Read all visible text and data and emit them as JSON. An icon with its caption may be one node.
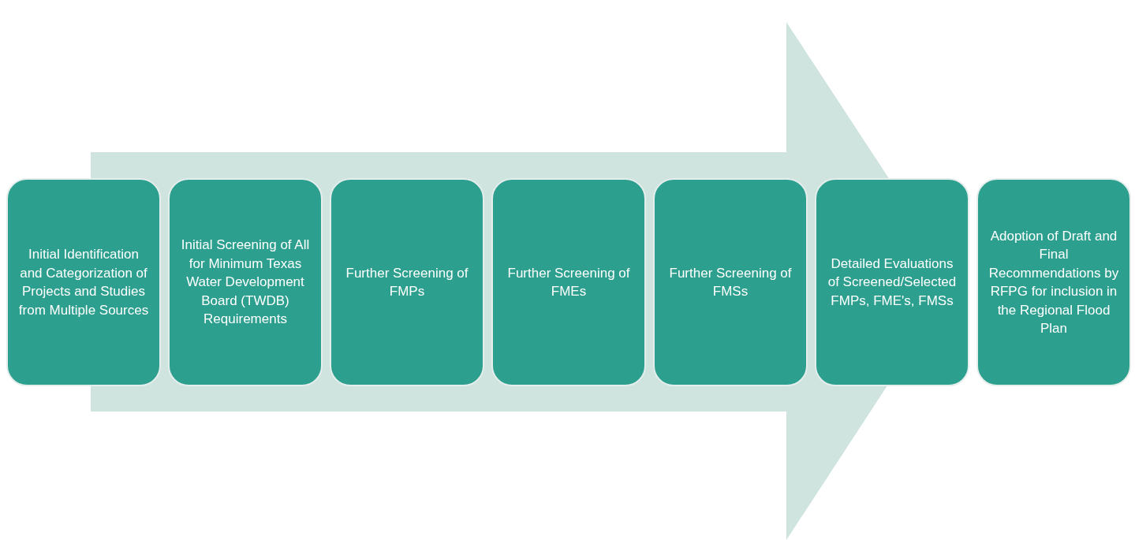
{
  "diagram": {
    "nodes": [
      {
        "text": [
          "Initial Identification and Categorization of Projects and Studies from Multiple Sources"
        ]
      },
      {
        "text": [
          "Initial Screening of All for Minimum Texas Water Development Board (TWDB) Requirements"
        ]
      },
      {
        "text": [
          "Further Screening of FMPs"
        ]
      },
      {
        "text": [
          "Further Screening of FMEs"
        ]
      },
      {
        "text": [
          "Further Screening of FMSs"
        ]
      },
      {
        "text": [
          "Detailed Evaluations of Screened/Selected FMPs, FME's, FMSs"
        ]
      },
      {
        "text": [
          "Adoption of Draft and Final Recommendations by RFPG for inclusion in the Regional Flood Plan"
        ]
      }
    ],
    "edges": [
      {
        "from": 0,
        "to": 6,
        "arrow": "to"
      }
    ]
  }
}
